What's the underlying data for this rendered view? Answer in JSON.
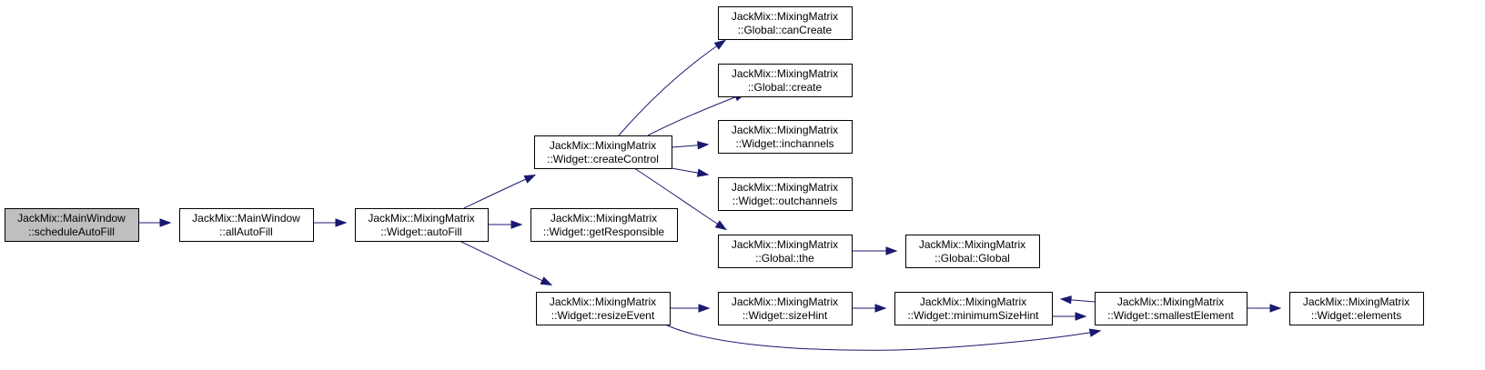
{
  "colors": {
    "edge": "#191970",
    "node_fill": "#ffffff",
    "root_fill": "#bfbfbf",
    "border": "#000000"
  },
  "nodes": {
    "schedule": {
      "line1": "JackMix::MainWindow",
      "line2": "::scheduleAutoFill",
      "root": true
    },
    "allauto": {
      "line1": "JackMix::MainWindow",
      "line2": "::allAutoFill"
    },
    "autofill": {
      "line1": "JackMix::MixingMatrix",
      "line2": "::Widget::autoFill"
    },
    "createcontrol": {
      "line1": "JackMix::MixingMatrix",
      "line2": "::Widget::createControl"
    },
    "getresponsible": {
      "line1": "JackMix::MixingMatrix",
      "line2": "::Widget::getResponsible"
    },
    "resizeevent": {
      "line1": "JackMix::MixingMatrix",
      "line2": "::Widget::resizeEvent"
    },
    "cancreate": {
      "line1": "JackMix::MixingMatrix",
      "line2": "::Global::canCreate"
    },
    "create": {
      "line1": "JackMix::MixingMatrix",
      "line2": "::Global::create"
    },
    "inchannels": {
      "line1": "JackMix::MixingMatrix",
      "line2": "::Widget::inchannels"
    },
    "outchannels": {
      "line1": "JackMix::MixingMatrix",
      "line2": "::Widget::outchannels"
    },
    "the": {
      "line1": "JackMix::MixingMatrix",
      "line2": "::Global::the"
    },
    "globalctor": {
      "line1": "JackMix::MixingMatrix",
      "line2": "::Global::Global"
    },
    "sizehint": {
      "line1": "JackMix::MixingMatrix",
      "line2": "::Widget::sizeHint"
    },
    "minsizehint": {
      "line1": "JackMix::MixingMatrix",
      "line2": "::Widget::minimumSizeHint"
    },
    "smallest": {
      "line1": "JackMix::MixingMatrix",
      "line2": "::Widget::smallestElement"
    },
    "elements": {
      "line1": "JackMix::MixingMatrix",
      "line2": "::Widget::elements"
    }
  },
  "edges": [
    {
      "from": "schedule",
      "to": "allauto"
    },
    {
      "from": "allauto",
      "to": "autofill"
    },
    {
      "from": "autofill",
      "to": "createcontrol"
    },
    {
      "from": "autofill",
      "to": "getresponsible"
    },
    {
      "from": "autofill",
      "to": "resizeevent"
    },
    {
      "from": "createcontrol",
      "to": "cancreate"
    },
    {
      "from": "createcontrol",
      "to": "create"
    },
    {
      "from": "createcontrol",
      "to": "inchannels"
    },
    {
      "from": "createcontrol",
      "to": "outchannels"
    },
    {
      "from": "createcontrol",
      "to": "the"
    },
    {
      "from": "the",
      "to": "globalctor"
    },
    {
      "from": "resizeevent",
      "to": "sizehint"
    },
    {
      "from": "resizeevent",
      "to": "smallest"
    },
    {
      "from": "sizehint",
      "to": "minsizehint"
    },
    {
      "from": "minsizehint",
      "to": "smallest"
    },
    {
      "from": "smallest",
      "to": "minsizehint"
    },
    {
      "from": "smallest",
      "to": "elements"
    }
  ]
}
